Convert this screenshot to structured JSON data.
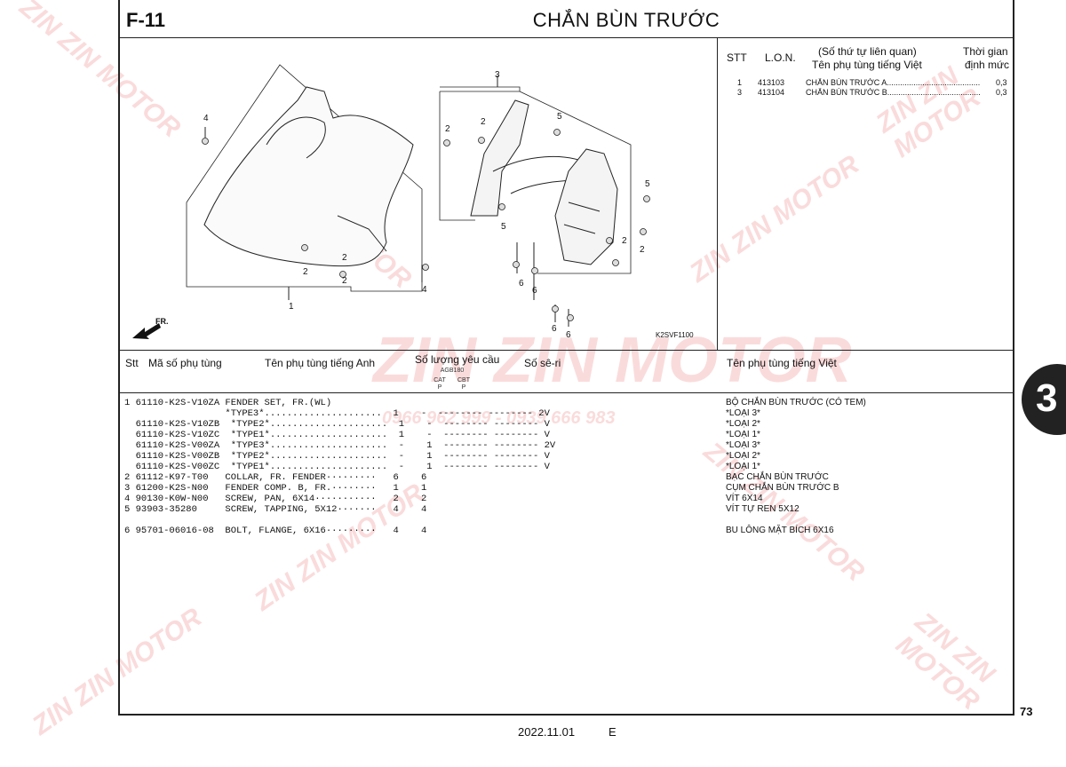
{
  "page": {
    "code": "F-11",
    "title": "CHẮN BÙN TRƯỚC",
    "diagram_ref": "K2SVF1100",
    "fr_label": "FR.",
    "date": "2022.11.01",
    "edition": "E",
    "page_number": "73",
    "section_tab": "3"
  },
  "lon_table": {
    "headers": {
      "stt": "STT",
      "lon": "L.O.N.",
      "desc_line1": "(Số thứ tự liên quan)",
      "desc_line2": "Tên phụ tùng tiếng Việt",
      "time_line1": "Thời gian",
      "time_line2": "định mức"
    },
    "rows": [
      {
        "stt": "1",
        "lon": "413103",
        "name": "CHẮN BÙN TRƯỚC A..........................................",
        "time": "0,3"
      },
      {
        "stt": "3",
        "lon": "413104",
        "name": "CHẮN BÙN TRƯỚC B..........................................",
        "time": "0,3"
      }
    ]
  },
  "parts_header": {
    "stt": "Stt",
    "part_no": "Mã số phụ tùng",
    "name_en": "Tên phụ tùng tiếng Anh",
    "qty": "Số lượng yêu cầu",
    "model": "AGB180",
    "cat1": "CAT",
    "cat1b": "P",
    "cat2": "CBT",
    "cat2b": "P",
    "serial": "Số sê-ri",
    "name_vi": "Tên phụ tùng tiếng Việt"
  },
  "parts_lines": [
    "1 61110-K2S-V10ZA FENDER SET, FR.(WL)",
    "                  *TYPE3*.....................  1    -  -------- -------- 2V",
    "  61110-K2S-V10ZB  *TYPE2*.....................  1    -  -------- -------- V",
    "  61110-K2S-V10ZC  *TYPE1*.....................  1    -  -------- -------- V",
    "  61110-K2S-V00ZA  *TYPE3*.....................  -    1  -------- -------- 2V",
    "  61110-K2S-V00ZB  *TYPE2*.....................  -    1  -------- -------- V",
    "  61110-K2S-V00ZC  *TYPE1*.....................  -    1  -------- -------- V",
    "2 61112-K97-T00   COLLAR, FR. FENDER·········   6    6",
    "3 61200-K2S-N00   FENDER COMP. B, FR.········   1    1",
    "4 90130-K0W-N00   SCREW, PAN, 6X14···········   2    2",
    "5 93903-35280     SCREW, TAPPING, 5X12·······   4    4",
    "",
    "6 95701-06016-08  BOLT, FLANGE, 6X16·········   4    4"
  ],
  "vi_names": [
    "BỘ CHẮN BÙN TRƯỚC (CÓ TEM)",
    "*LOẠI 3*",
    "*LOẠI 2*",
    "*LOẠI 1*",
    "*LOẠI 3*",
    "*LOẠI 2*",
    "*LOẠI 1*",
    "BẠC CHẮN BÙN TRƯỚC",
    "CỤM CHẮN BÙN TRƯỚC B",
    "VÍT 6X14",
    "VÍT TỰ REN 5X12",
    "",
    "BU LÔNG MẶT BÍCH 6X16"
  ],
  "callouts": [
    "1",
    "2",
    "2",
    "2",
    "2",
    "2",
    "2",
    "2",
    "3",
    "4",
    "4",
    "5",
    "5",
    "5",
    "6",
    "6",
    "6",
    "6"
  ],
  "watermark": {
    "brand": "ZIN ZIN MOTOR",
    "phone": "0966 962 999 - 0939 666 983",
    "color": "#e65a5a"
  }
}
